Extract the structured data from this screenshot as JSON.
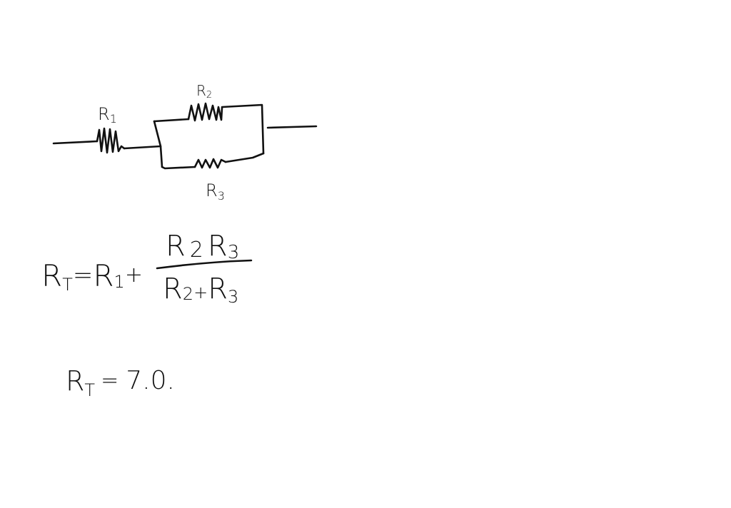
{
  "circuit": {
    "r1": {
      "main": "R",
      "sub": "1"
    },
    "r2": {
      "main": "R",
      "sub": "2"
    },
    "r3": {
      "main": "R",
      "sub": "3"
    }
  },
  "formula": {
    "lhs": {
      "main": "R",
      "sub": "T"
    },
    "eq": "=",
    "r1": {
      "main": "R",
      "sub": "1"
    },
    "plus": "+",
    "numerator": {
      "a": "R",
      "a_sub": "2",
      "b": "R",
      "b_sub": "3"
    },
    "denominator": {
      "a": "R",
      "a_sub": "2",
      "plus": "+",
      "b": "R",
      "b_sub": "3"
    }
  },
  "result": {
    "lhs": {
      "main": "R",
      "sub": "T"
    },
    "eq": "=",
    "value": "7.0."
  }
}
